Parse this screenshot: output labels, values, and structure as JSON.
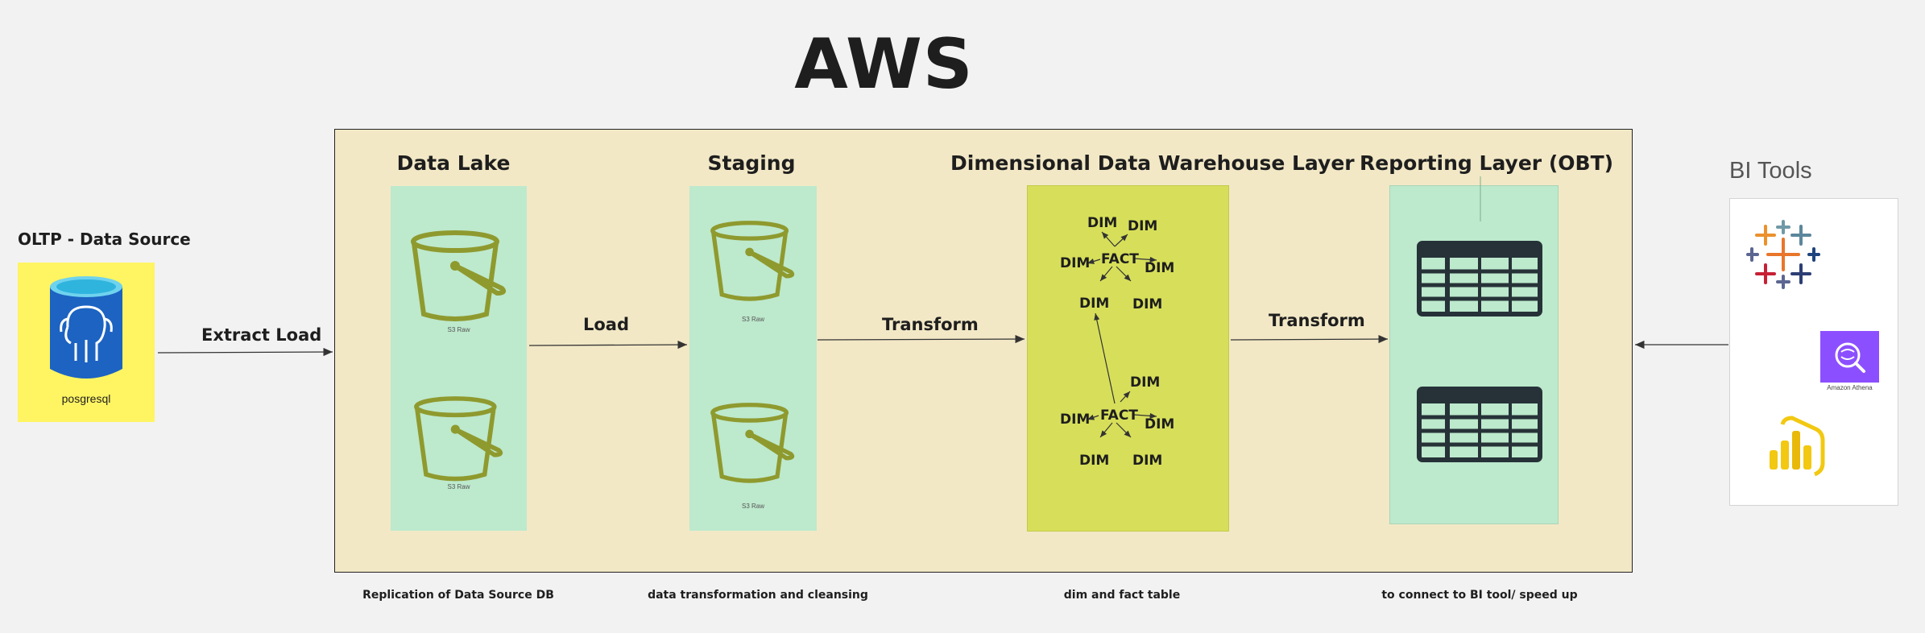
{
  "title": "AWS",
  "source": {
    "heading": "OLTP - Data Source",
    "db_label": "posgresql",
    "icon": "postgresql-icon"
  },
  "columns": [
    {
      "title": "Data Lake",
      "caption": "Replication of Data Source DB",
      "bucket_labels": [
        "S3 Raw",
        "S3 Raw"
      ]
    },
    {
      "title": "Staging",
      "caption": "data transformation and cleansing",
      "bucket_labels": [
        "S3 Raw",
        "S3 Raw"
      ]
    },
    {
      "title": "Dimensional Data Warehouse Layer",
      "caption": "dim and fact table"
    },
    {
      "title": "Reporting Layer (OBT)",
      "caption": "to connect to BI tool/ speed up"
    }
  ],
  "arrows": {
    "extract_load": "Extract Load",
    "load": "Load",
    "transform_1": "Transform",
    "transform_2": "Transform"
  },
  "star_schema": {
    "fact_label": "FACT",
    "dim_label": "DIM"
  },
  "bi_tools": {
    "heading": "BI Tools",
    "athena_label": "Amazon Athena",
    "icons": [
      "tableau-icon",
      "amazon-athena-icon",
      "power-bi-icon"
    ]
  },
  "colors": {
    "background": "#f2f2f2",
    "aws_frame": "#f2e8c6",
    "panel_green": "#bde9cd",
    "panel_lime": "#d7df5a",
    "source_card": "#fff462",
    "bucket_stroke": "#8f9a2e",
    "table_icon": "#263238",
    "athena": "#8c4fff",
    "power_bi": "#f2c811"
  }
}
